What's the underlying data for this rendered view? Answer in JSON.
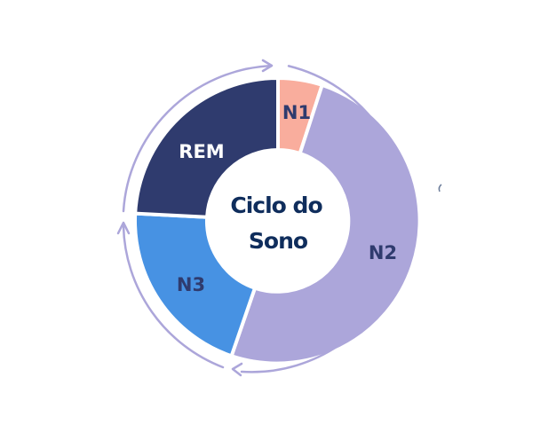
{
  "chart_data": {
    "type": "pie",
    "variant": "donut",
    "title": "Ciclo do Sono",
    "center_label_lines": [
      "Ciclo do",
      "Sono"
    ],
    "categories": [
      "N1",
      "N2",
      "N3",
      "REM"
    ],
    "values": [
      5,
      50,
      20,
      25
    ],
    "colors": [
      "#f9ad9d",
      "#aca6da",
      "#4792e3",
      "#2f3b6e"
    ],
    "label_colors": [
      "#2f3b6e",
      "#2f3b6e",
      "#2f3b6e",
      "#ffffff"
    ],
    "start_angle_deg": 0,
    "direction": "clockwise",
    "outer_ring": {
      "description": "Cycle arrows around the donut indicating direction N1 → N2 → N3 → REM",
      "color": "#aca6da",
      "arrows": 3
    },
    "legend": "none"
  },
  "segments": [
    {
      "label": "N1"
    },
    {
      "label": "N2"
    },
    {
      "label": "N3"
    },
    {
      "label": "REM"
    }
  ],
  "center": {
    "line1": "Ciclo do",
    "line2": "Sono"
  }
}
